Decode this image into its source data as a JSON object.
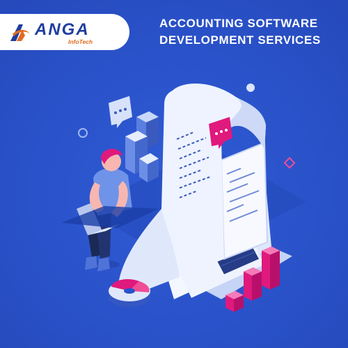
{
  "brand": {
    "logo_name": "ANGA",
    "logo_sub": "InfoTech",
    "mark_icon": "anga-logo-mark",
    "colors": {
      "navy": "#1f3e9e",
      "orange": "#e26b1e",
      "background": "#2a52c9",
      "magenta": "#e0197d"
    }
  },
  "headline": {
    "line1": "ACCOUNTING SOFTWARE",
    "line2": "DEVELOPMENT SERVICES"
  }
}
